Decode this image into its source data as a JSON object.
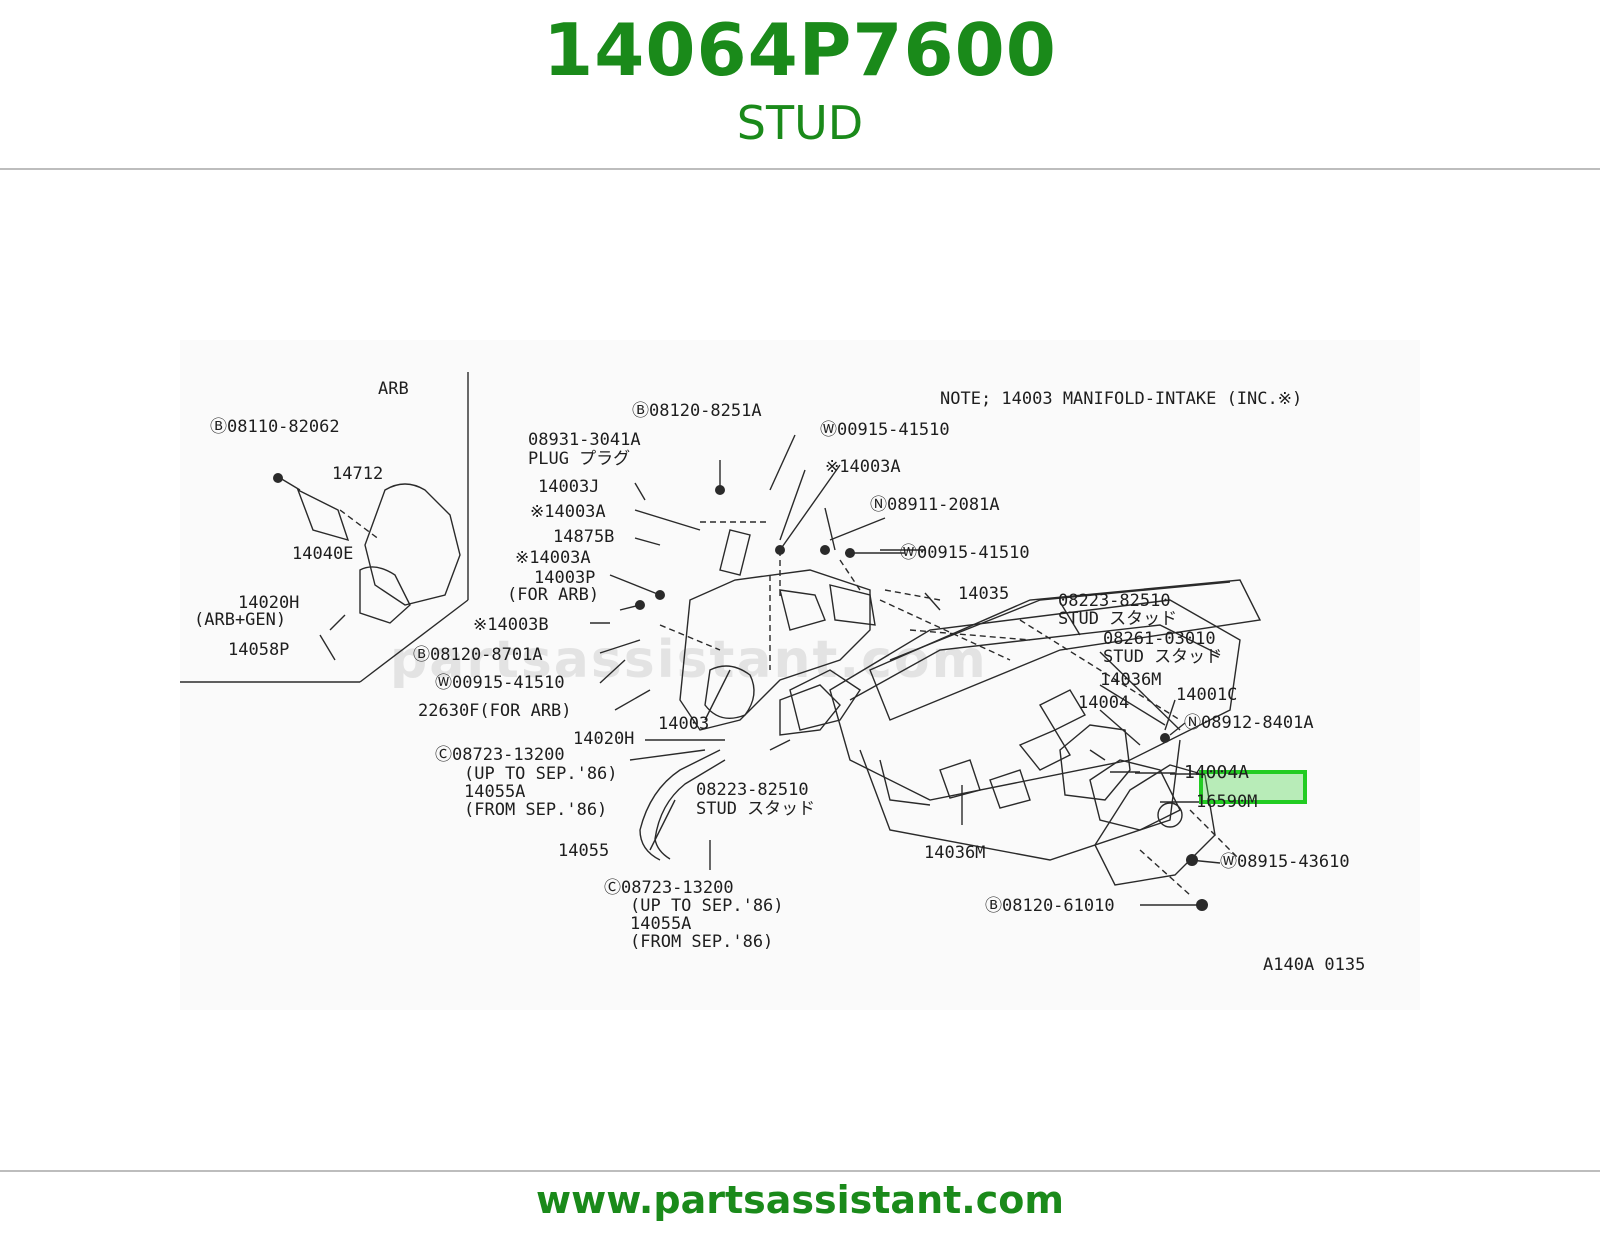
{
  "header": {
    "part_number": "14064P7600",
    "part_name": "STUD"
  },
  "footer": {
    "url": "www.partsassistant.com"
  },
  "diagram": {
    "watermark": "partsassistant.com",
    "note": "NOTE; 14003 MANIFOLD-INTAKE (INC.※)",
    "section_label": "ARB",
    "drawing_code": "A140A 0135",
    "highlight_label": "14004A",
    "labels": {
      "b_08110_82062": "Ⓑ08110-82062",
      "p_14712": "14712",
      "p_14040e": "14040E",
      "p_14020h_arb": "14020H",
      "arb_gen": "(ARB+GEN)",
      "p_14058p": "14058P",
      "b_08120_8251a": "Ⓑ08120-8251A",
      "p_08931_3041a": "08931-3041A",
      "plug": "PLUG プラグ",
      "w_00915_41510_top": "Ⓦ00915-41510",
      "p_14003a_top": "※14003A",
      "p_14003j": "14003J",
      "p_14003a_2": "※14003A",
      "n_08911_2081a": "Ⓝ08911-2081A",
      "p_14875b": "14875B",
      "w_00915_41510_mid": "Ⓦ00915-41510",
      "p_14003a_3": "※14003A",
      "p_14003p": "14003P",
      "for_arb": "(FOR ARB)",
      "p_14003b": "※14003B",
      "b_08120_8701a": "Ⓑ08120-8701A",
      "w_00915_41510_low": "Ⓦ00915-41510",
      "p_22630f": "22630F(FOR ARB)",
      "p_14003": "14003",
      "p_14020h": "14020H",
      "c_08723_13200_a": "Ⓒ08723-13200",
      "up_to_sep86_a": "(UP TO SEP.'86)",
      "p_14055a_a": "14055A",
      "from_sep86_a": "(FROM SEP.'86)",
      "p_14055": "14055",
      "c_08723_13200_b": "Ⓒ08723-13200",
      "up_to_sep86_b": "(UP TO SEP.'86)",
      "p_14055a_b": "14055A",
      "from_sep86_b": "(FROM SEP.'86)",
      "p_14035": "14035",
      "p_08223_82510_a": "08223-82510",
      "stud_a": "STUD スタッド",
      "p_08261_03010": "08261-03010",
      "stud_b": "STUD スタッド",
      "p_14036m_top": "14036M",
      "p_14004": "14004",
      "p_14001c": "14001C",
      "n_08912_8401a": "Ⓝ08912-8401A",
      "p_16590m": "16590M",
      "p_08223_82510_b": "08223-82510",
      "stud_c": "STUD スタッド",
      "p_14036m_low": "14036M",
      "w_08915_43610": "Ⓦ08915-43610",
      "b_08120_61010": "Ⓑ08120-61010"
    }
  }
}
